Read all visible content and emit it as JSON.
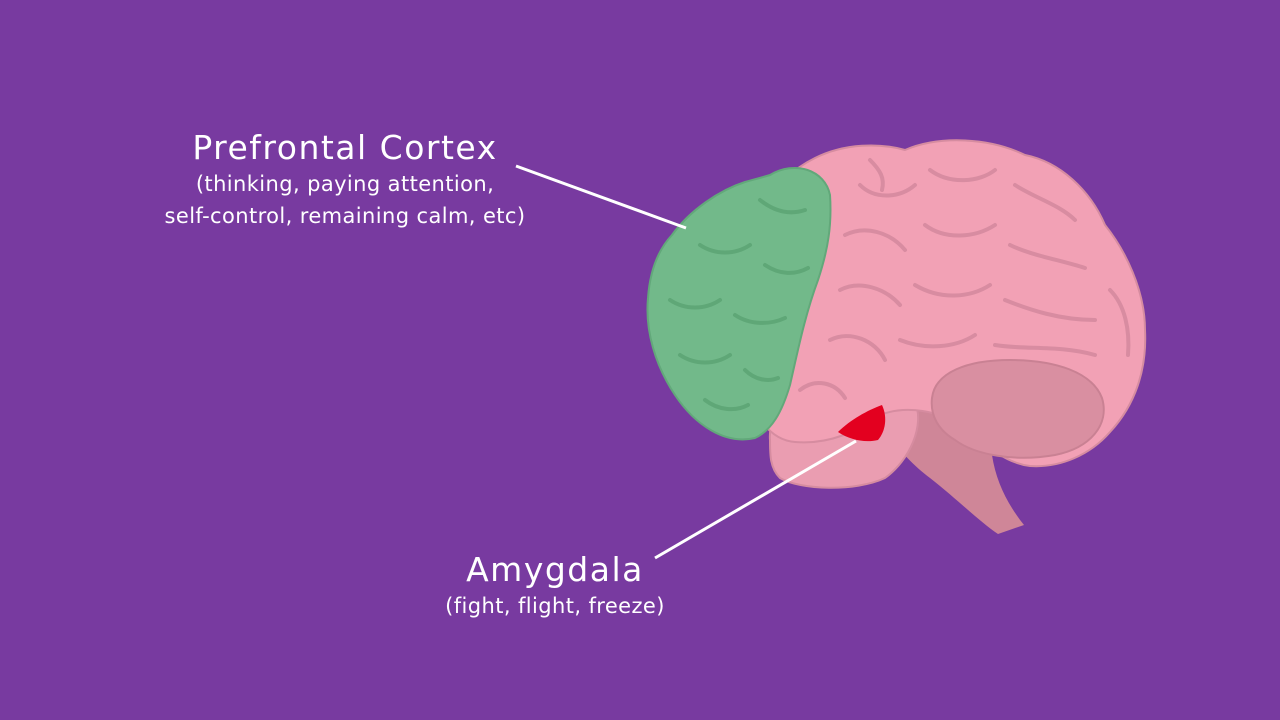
{
  "background_color": "#783aa0",
  "labels": {
    "prefrontal_cortex": {
      "title": "Prefrontal Cortex",
      "description_line1": "(thinking, paying attention,",
      "description_line2": "self-control, remaining calm, etc)"
    },
    "amygdala": {
      "title": "Amygdala",
      "description": "(fight, flight, freeze)"
    }
  },
  "regions": {
    "brain_color": "#f2a1b5",
    "prefrontal_color": "#72b98a",
    "amygdala_color": "#e3001f",
    "cerebellum_color": "#d98fa1",
    "brainstem_color": "#cf8698"
  }
}
